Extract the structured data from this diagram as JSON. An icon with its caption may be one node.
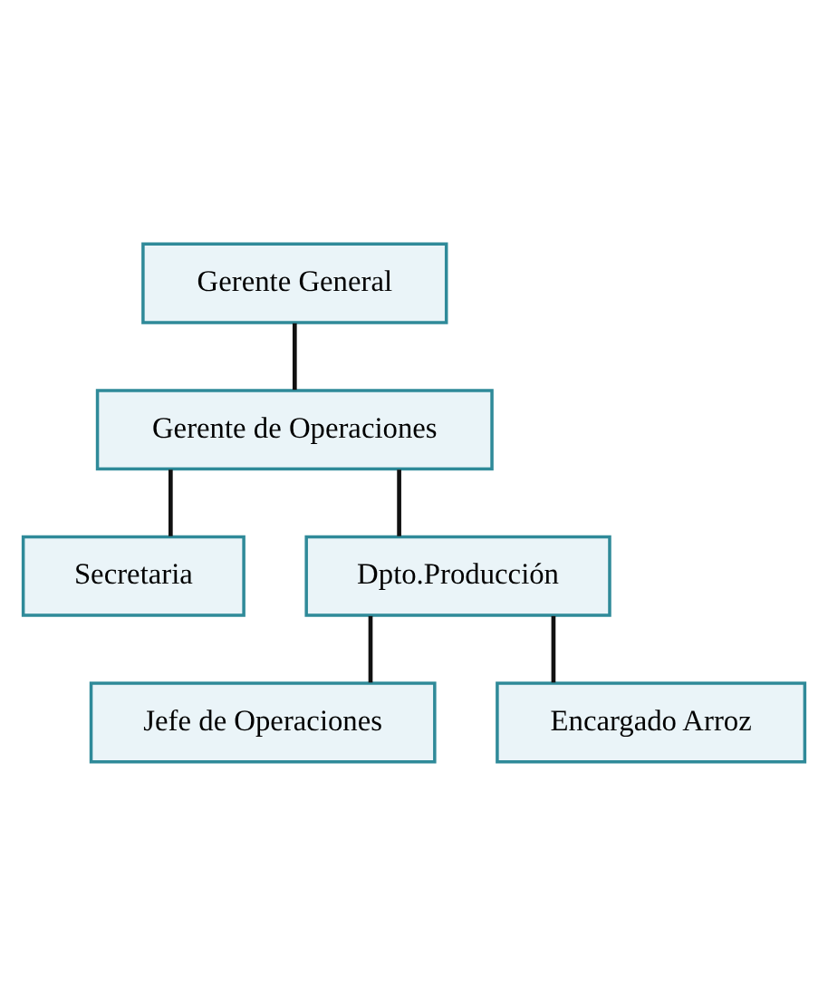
{
  "diagram": {
    "nodes": [
      {
        "text": [
          "Gerente General"
        ]
      },
      {
        "text": [
          "Gerente de Operaciones"
        ]
      },
      {
        "text": [
          "Secretaria"
        ]
      },
      {
        "text": [
          "Dpto.Producción"
        ]
      },
      {
        "text": [
          "Jefe de Operaciones"
        ]
      },
      {
        "text": [
          "Encargado Arroz"
        ]
      }
    ],
    "edges": [
      {
        "from": 0,
        "to": 1,
        "arrow": "none"
      },
      {
        "from": 1,
        "to": 2,
        "arrow": "none"
      },
      {
        "from": 1,
        "to": 3,
        "arrow": "none"
      },
      {
        "from": 3,
        "to": 4,
        "arrow": "none"
      },
      {
        "from": 3,
        "to": 5,
        "arrow": "none"
      }
    ]
  }
}
